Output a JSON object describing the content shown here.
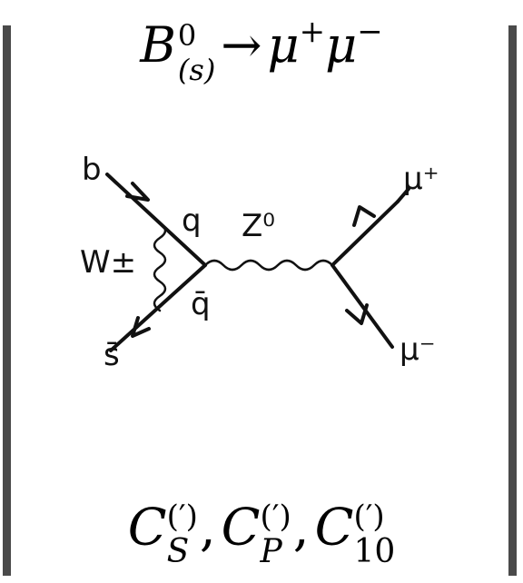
{
  "title": {
    "particle": "B",
    "superscript": "0",
    "subscript": "(s)",
    "arrow": "→",
    "mu1": "μ",
    "mu1_charge": "+",
    "mu2": "μ",
    "mu2_charge": "−"
  },
  "diagram": {
    "labels": {
      "b": "b",
      "s_bar": "s̄",
      "q": "q",
      "q_bar": "q̄",
      "w": "W±",
      "z": "Z⁰",
      "mu_plus": "μ⁺",
      "mu_minus": "μ⁻"
    }
  },
  "coefficients": [
    {
      "letter": "C",
      "prime": "(′)",
      "index": "S"
    },
    {
      "letter": "C",
      "prime": "(′)",
      "index": "P"
    },
    {
      "letter": "C",
      "prime": "(′)",
      "index": "10"
    }
  ],
  "colors": {
    "bars": "#4a4a4a",
    "ink": "#111111"
  }
}
